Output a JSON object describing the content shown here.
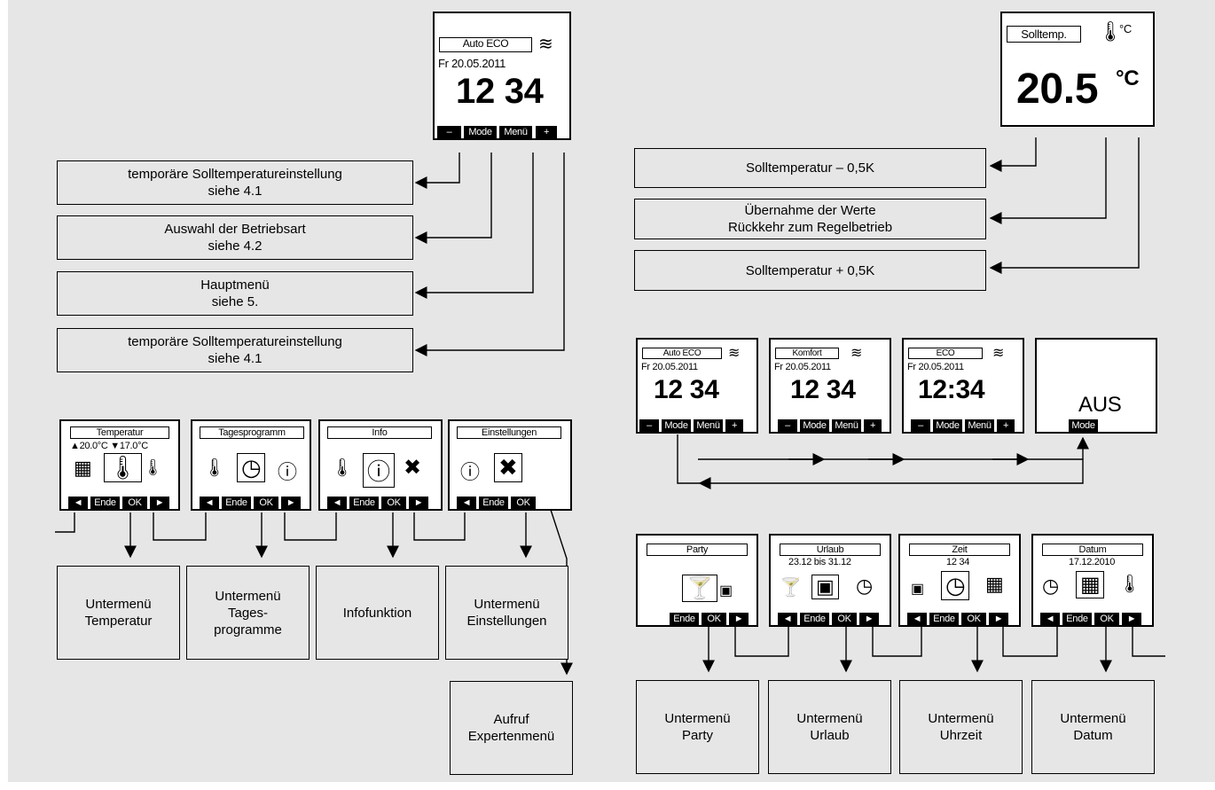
{
  "boxes": {
    "t41a": [
      "temporäre Solltemperatureinstellung",
      "siehe 4.1"
    ],
    "mode": [
      "Auswahl der Betriebsart",
      "siehe 4.2"
    ],
    "haupt": [
      "Hauptmenü",
      "siehe 5."
    ],
    "t41b": [
      "temporäre Solltemperatureinstellung",
      "siehe 4.1"
    ],
    "minus": [
      "Solltemperatur – 0,5K"
    ],
    "accept": [
      "Übernahme der Werte",
      "Rückkehr zum Regelbetrieb"
    ],
    "plus": [
      "Solltemperatur + 0,5K"
    ],
    "sub_temp": [
      "Untermenü",
      "Temperatur"
    ],
    "sub_tages": [
      "Untermenü",
      "Tages-",
      "programme"
    ],
    "info": [
      "Infofunktion"
    ],
    "sub_einst": [
      "Untermenü",
      "Einstellungen"
    ],
    "expert": [
      "Aufruf",
      "Expertenmenü"
    ],
    "sub_party": [
      "Untermenü",
      "Party"
    ],
    "sub_urlaub": [
      "Untermenü",
      "Urlaub"
    ],
    "sub_uhr": [
      "Untermenü",
      "Uhrzeit"
    ],
    "sub_datum": [
      "Untermenü",
      "Datum"
    ]
  },
  "main_display": {
    "mode": "Auto ECO",
    "date": "Fr 20.05.2011",
    "time": "12 34",
    "buttons": [
      "–",
      "Mode",
      "Menü",
      "+"
    ]
  },
  "setpoint_display": {
    "label": "Solltemp.",
    "unit_icon": "°C",
    "value": "20.5",
    "unit": "°C"
  },
  "mode_displays": [
    {
      "mode": "Auto ECO",
      "date": "Fr 20.05.2011",
      "time": "12 34",
      "buttons": [
        "–",
        "Mode",
        "Menü",
        "+"
      ]
    },
    {
      "mode": "Komfort",
      "date": "Fr 20.05.2011",
      "time": "12 34",
      "buttons": [
        "–",
        "Mode",
        "Menü",
        "+"
      ]
    },
    {
      "mode": "ECO",
      "date": "Fr 20.05.2011",
      "time": "12:34",
      "buttons": [
        "–",
        "Mode",
        "Menü",
        "+"
      ]
    },
    {
      "text": "AUS",
      "buttons": [
        "Mode"
      ]
    }
  ],
  "menu_displays": [
    {
      "title": "Temperatur",
      "sub": "▲20.0°C  ▼17.0°C",
      "buttons": [
        "◄",
        "Ende",
        "OK",
        "►"
      ]
    },
    {
      "title": "Tagesprogramm",
      "sub": "",
      "buttons": [
        "◄",
        "Ende",
        "OK",
        "►"
      ]
    },
    {
      "title": "Info",
      "sub": "",
      "buttons": [
        "◄",
        "Ende",
        "OK",
        "►"
      ]
    },
    {
      "title": "Einstellungen",
      "sub": "",
      "buttons": [
        "◄",
        "Ende",
        "OK"
      ]
    }
  ],
  "sub_displays": [
    {
      "title": "Party",
      "sub": "",
      "buttons": [
        "Ende",
        "OK",
        "►"
      ]
    },
    {
      "title": "Urlaub",
      "sub": "23.12 bis 31.12",
      "buttons": [
        "◄",
        "Ende",
        "OK",
        "►"
      ]
    },
    {
      "title": "Zeit",
      "sub": "12 34",
      "buttons": [
        "◄",
        "Ende",
        "OK",
        "►"
      ]
    },
    {
      "title": "Datum",
      "sub": "17.12.2010",
      "buttons": [
        "◄",
        "Ende",
        "OK",
        "►"
      ]
    }
  ],
  "icon_names": [
    "heating-icon",
    "thermometer-icon",
    "calendar-icon",
    "clock-icon",
    "info-icon",
    "tools-icon",
    "cocktail-icon",
    "suitcase-icon"
  ]
}
